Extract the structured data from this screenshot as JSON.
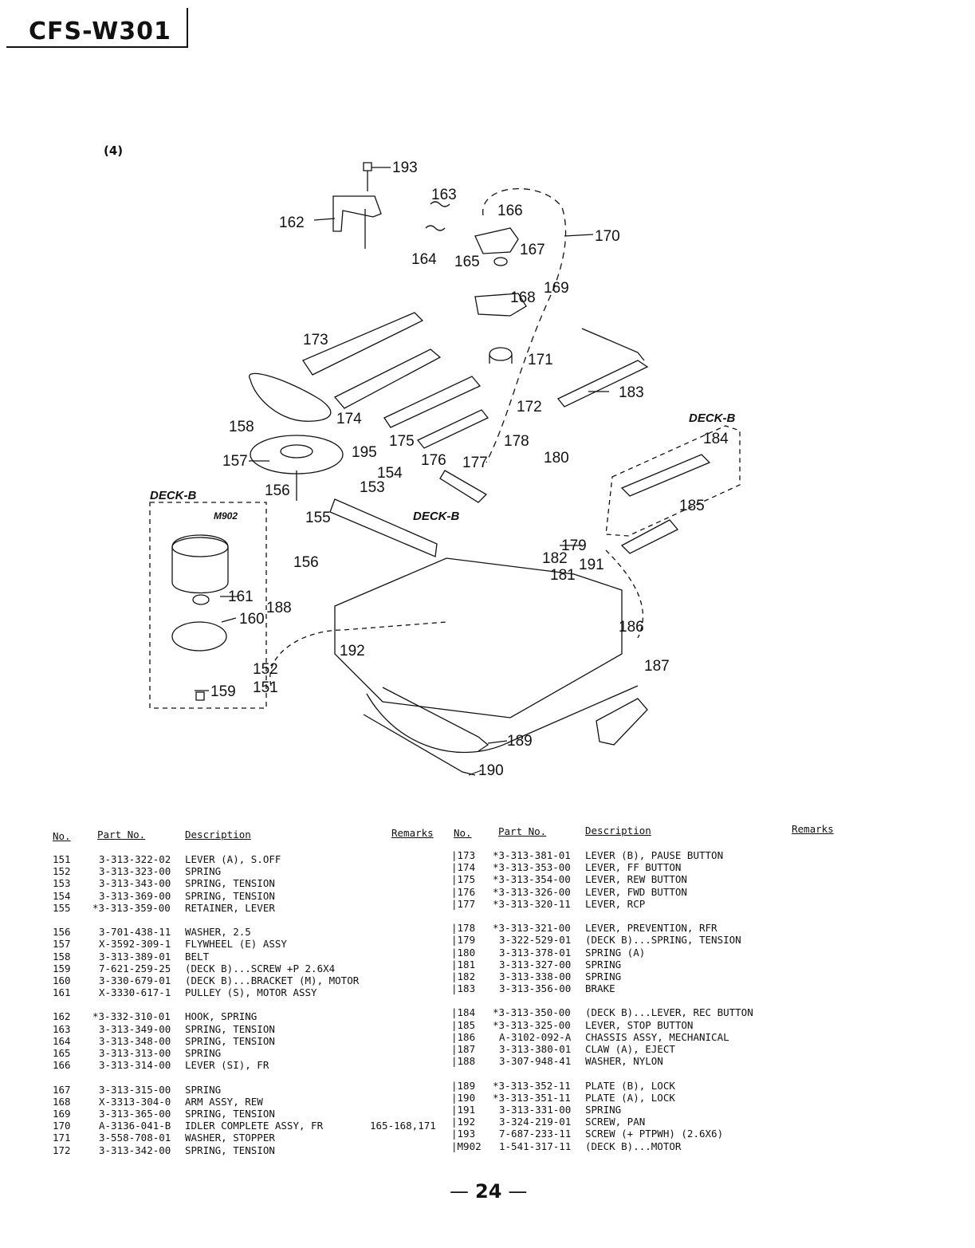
{
  "header": {
    "model": "CFS-W301"
  },
  "figure": {
    "label": "(4)",
    "deck_tags": [
      "DECK-B",
      "DECK-B",
      "DECK-B"
    ],
    "motor_label": "M902",
    "callouts": [
      "193",
      "163",
      "162",
      "166",
      "170",
      "167",
      "164",
      "165",
      "169",
      "168",
      "173",
      "171",
      "183",
      "158",
      "172",
      "174",
      "175",
      "178",
      "176",
      "177",
      "184",
      "157",
      "195",
      "154",
      "180",
      "153",
      "156",
      "155",
      "185",
      "179",
      "182",
      "191",
      "181",
      "156",
      "161",
      "160",
      "188",
      "186",
      "192",
      "152",
      "187",
      "151",
      "159",
      "189",
      "190"
    ]
  },
  "left_table": {
    "headers": {
      "no": "No.",
      "part": "Part No.",
      "desc": "Description",
      "remarks": "Remarks"
    },
    "groups": [
      [
        {
          "no": "151",
          "part": "3-313-322-02",
          "desc": "LEVER (A), S.OFF",
          "remarks": ""
        },
        {
          "no": "152",
          "part": "3-313-323-00",
          "desc": "SPRING",
          "remarks": ""
        },
        {
          "no": "153",
          "part": "3-313-343-00",
          "desc": "SPRING, TENSION",
          "remarks": ""
        },
        {
          "no": "154",
          "part": "3-313-369-00",
          "desc": "SPRING, TENSION",
          "remarks": ""
        },
        {
          "no": "155",
          "part": "*3-313-359-00",
          "desc": "RETAINER, LEVER",
          "remarks": ""
        }
      ],
      [
        {
          "no": "156",
          "part": "3-701-438-11",
          "desc": "WASHER, 2.5",
          "remarks": ""
        },
        {
          "no": "157",
          "part": "X-3592-309-1",
          "desc": "FLYWHEEL (E) ASSY",
          "remarks": ""
        },
        {
          "no": "158",
          "part": "3-313-389-01",
          "desc": "BELT",
          "remarks": ""
        },
        {
          "no": "159",
          "part": "7-621-259-25",
          "desc": "(DECK B)...SCREW +P 2.6X4",
          "remarks": ""
        },
        {
          "no": "160",
          "part": "3-330-679-01",
          "desc": "(DECK B)...BRACKET (M), MOTOR",
          "remarks": ""
        },
        {
          "no": "161",
          "part": "X-3330-617-1",
          "desc": "PULLEY (S), MOTOR ASSY",
          "remarks": ""
        }
      ],
      [
        {
          "no": "162",
          "part": "*3-332-310-01",
          "desc": "HOOK, SPRING",
          "remarks": ""
        },
        {
          "no": "163",
          "part": "3-313-349-00",
          "desc": "SPRING, TENSION",
          "remarks": ""
        },
        {
          "no": "164",
          "part": "3-313-348-00",
          "desc": "SPRING, TENSION",
          "remarks": ""
        },
        {
          "no": "165",
          "part": "3-313-313-00",
          "desc": "SPRING",
          "remarks": ""
        },
        {
          "no": "166",
          "part": "3-313-314-00",
          "desc": "LEVER (SI), FR",
          "remarks": ""
        }
      ],
      [
        {
          "no": "167",
          "part": "3-313-315-00",
          "desc": "SPRING",
          "remarks": ""
        },
        {
          "no": "168",
          "part": "X-3313-304-0",
          "desc": "ARM ASSY, REW",
          "remarks": ""
        },
        {
          "no": "169",
          "part": "3-313-365-00",
          "desc": "SPRING, TENSION",
          "remarks": ""
        },
        {
          "no": "170",
          "part": "A-3136-041-B",
          "desc": "IDLER COMPLETE ASSY, FR",
          "remarks": "165-168,171"
        },
        {
          "no": "171",
          "part": "3-558-708-01",
          "desc": "WASHER, STOPPER",
          "remarks": ""
        },
        {
          "no": "172",
          "part": "3-313-342-00",
          "desc": "SPRING, TENSION",
          "remarks": ""
        }
      ]
    ]
  },
  "right_table": {
    "headers": {
      "no": "No.",
      "part": "Part No.",
      "desc": "Description",
      "remarks": "Remarks"
    },
    "groups": [
      [
        {
          "no": "173",
          "part": "*3-313-381-01",
          "desc": "LEVER (B), PAUSE BUTTON",
          "remarks": ""
        },
        {
          "no": "174",
          "part": "*3-313-353-00",
          "desc": "LEVER, FF BUTTON",
          "remarks": ""
        },
        {
          "no": "175",
          "part": "*3-313-354-00",
          "desc": "LEVER, REW BUTTON",
          "remarks": ""
        },
        {
          "no": "176",
          "part": "*3-313-326-00",
          "desc": "LEVER, FWD BUTTON",
          "remarks": ""
        },
        {
          "no": "177",
          "part": "*3-313-320-11",
          "desc": "LEVER, RCP",
          "remarks": ""
        }
      ],
      [
        {
          "no": "178",
          "part": "*3-313-321-00",
          "desc": "LEVER, PREVENTION, RFR",
          "remarks": ""
        },
        {
          "no": "179",
          "part": "3-322-529-01",
          "desc": "(DECK B)...SPRING, TENSION",
          "remarks": ""
        },
        {
          "no": "180",
          "part": "3-313-378-01",
          "desc": "SPRING (A)",
          "remarks": ""
        },
        {
          "no": "181",
          "part": "3-313-327-00",
          "desc": "SPRING",
          "remarks": ""
        },
        {
          "no": "182",
          "part": "3-313-338-00",
          "desc": "SPRING",
          "remarks": ""
        },
        {
          "no": "183",
          "part": "3-313-356-00",
          "desc": "BRAKE",
          "remarks": ""
        }
      ],
      [
        {
          "no": "184",
          "part": "*3-313-350-00",
          "desc": "(DECK B)...LEVER, REC BUTTON",
          "remarks": ""
        },
        {
          "no": "185",
          "part": "*3-313-325-00",
          "desc": "LEVER, STOP BUTTON",
          "remarks": ""
        },
        {
          "no": "186",
          "part": "A-3102-092-A",
          "desc": "CHASSIS ASSY, MECHANICAL",
          "remarks": ""
        },
        {
          "no": "187",
          "part": "3-313-380-01",
          "desc": "CLAW (A), EJECT",
          "remarks": ""
        },
        {
          "no": "188",
          "part": "3-307-948-41",
          "desc": "WASHER, NYLON",
          "remarks": ""
        }
      ],
      [
        {
          "no": "189",
          "part": "*3-313-352-11",
          "desc": "PLATE (B), LOCK",
          "remarks": ""
        },
        {
          "no": "190",
          "part": "*3-313-351-11",
          "desc": "PLATE (A), LOCK",
          "remarks": ""
        },
        {
          "no": "191",
          "part": "3-313-331-00",
          "desc": "SPRING",
          "remarks": ""
        },
        {
          "no": "192",
          "part": "3-324-219-01",
          "desc": "SCREW, PAN",
          "remarks": ""
        },
        {
          "no": "193",
          "part": "7-687-233-11",
          "desc": "SCREW (+ PTPWH) (2.6X6)",
          "remarks": ""
        },
        {
          "no": "M902",
          "part": "1-541-317-11",
          "desc": "(DECK B)...MOTOR",
          "remarks": ""
        }
      ]
    ]
  },
  "footer": {
    "page_number": "24",
    "dash": "—"
  }
}
